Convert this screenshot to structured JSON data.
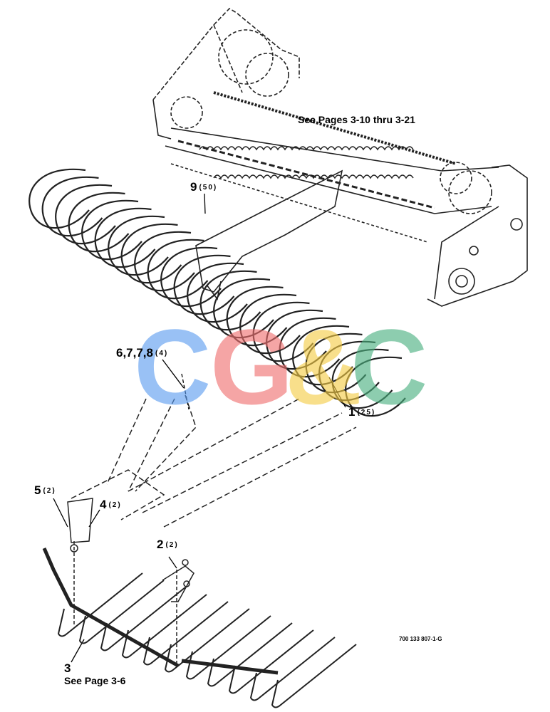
{
  "callouts": [
    {
      "id": "c9",
      "number": "9",
      "qty": "(50)"
    },
    {
      "id": "c6",
      "number": "6,7,7,8",
      "qty": "(4)"
    },
    {
      "id": "c1",
      "number": "1",
      "qty": "(25)"
    },
    {
      "id": "c5",
      "number": "5",
      "qty": "(2)"
    },
    {
      "id": "c4",
      "number": "4",
      "qty": "(2)"
    },
    {
      "id": "c2",
      "number": "2",
      "qty": "(2)"
    },
    {
      "id": "c3",
      "number": "3",
      "qty": ""
    }
  ],
  "notes": {
    "top_reference": "See Pages 3-10 thru 3-21",
    "bottom_reference": "See Page 3-6"
  },
  "part_number": "700 133 807-1-G",
  "watermark": {
    "letters": [
      "C",
      "G",
      "&",
      "C"
    ],
    "colors": [
      "#5b9cf0",
      "#f06f6f",
      "#f5cc45",
      "#49b07f"
    ]
  }
}
